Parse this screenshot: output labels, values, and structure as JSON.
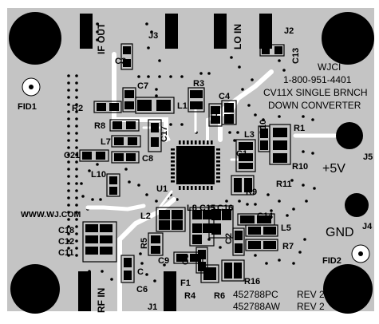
{
  "colors": {
    "board": "#c4c4c4",
    "copper": "#000000",
    "trace": "#ffffff",
    "background": "#ffffff"
  },
  "board_info": {
    "company": "WJCI",
    "phone": "1-800-951-4401",
    "product": "CV11X SINGLE BRNCH",
    "product_line2": "DOWN CONVERTER",
    "website": "WWW.WJ.COM",
    "part_numbers": [
      "452788PC",
      "452788AW"
    ],
    "revisions": [
      "REV 2",
      "REV 2"
    ]
  },
  "connectors": {
    "if_out": "IF OUT",
    "lo_in": "LO IN",
    "rf_in": "RF IN",
    "j1": "J1",
    "j2": "J2",
    "j3": "J3",
    "j4": "J4",
    "j5": "J5",
    "supply": "+5V",
    "ground": "GND"
  },
  "fiducials": {
    "fid1": "FID1",
    "fid2": "FID2"
  },
  "components": {
    "c1": "C1",
    "c2": "C2",
    "c3": "C3",
    "c4": "C4",
    "c5": "C5",
    "c6": "C6",
    "c7": "C7",
    "c8": "C8",
    "c9": "C9",
    "c10": "C10",
    "c11": "C11",
    "c12": "C12",
    "c13": "C13",
    "c14": "C14",
    "c15": "C15",
    "c16": "C16",
    "c17": "C17",
    "c18": "C18",
    "c21": "C21",
    "l1": "L1",
    "l2": "L2",
    "l3": "L3",
    "l5": "L5",
    "l7": "L7",
    "l8": "L8",
    "l10": "L10",
    "r1": "R1",
    "r2": "R2",
    "r3": "R3",
    "r4": "R4",
    "r5": "R5",
    "r6": "R6",
    "r7": "R7",
    "r8": "R8",
    "r9": "R9",
    "r10": "R10",
    "r11": "R11",
    "r16": "R16",
    "u1": "U1",
    "f1": "F1",
    "c_hidden": "C"
  }
}
